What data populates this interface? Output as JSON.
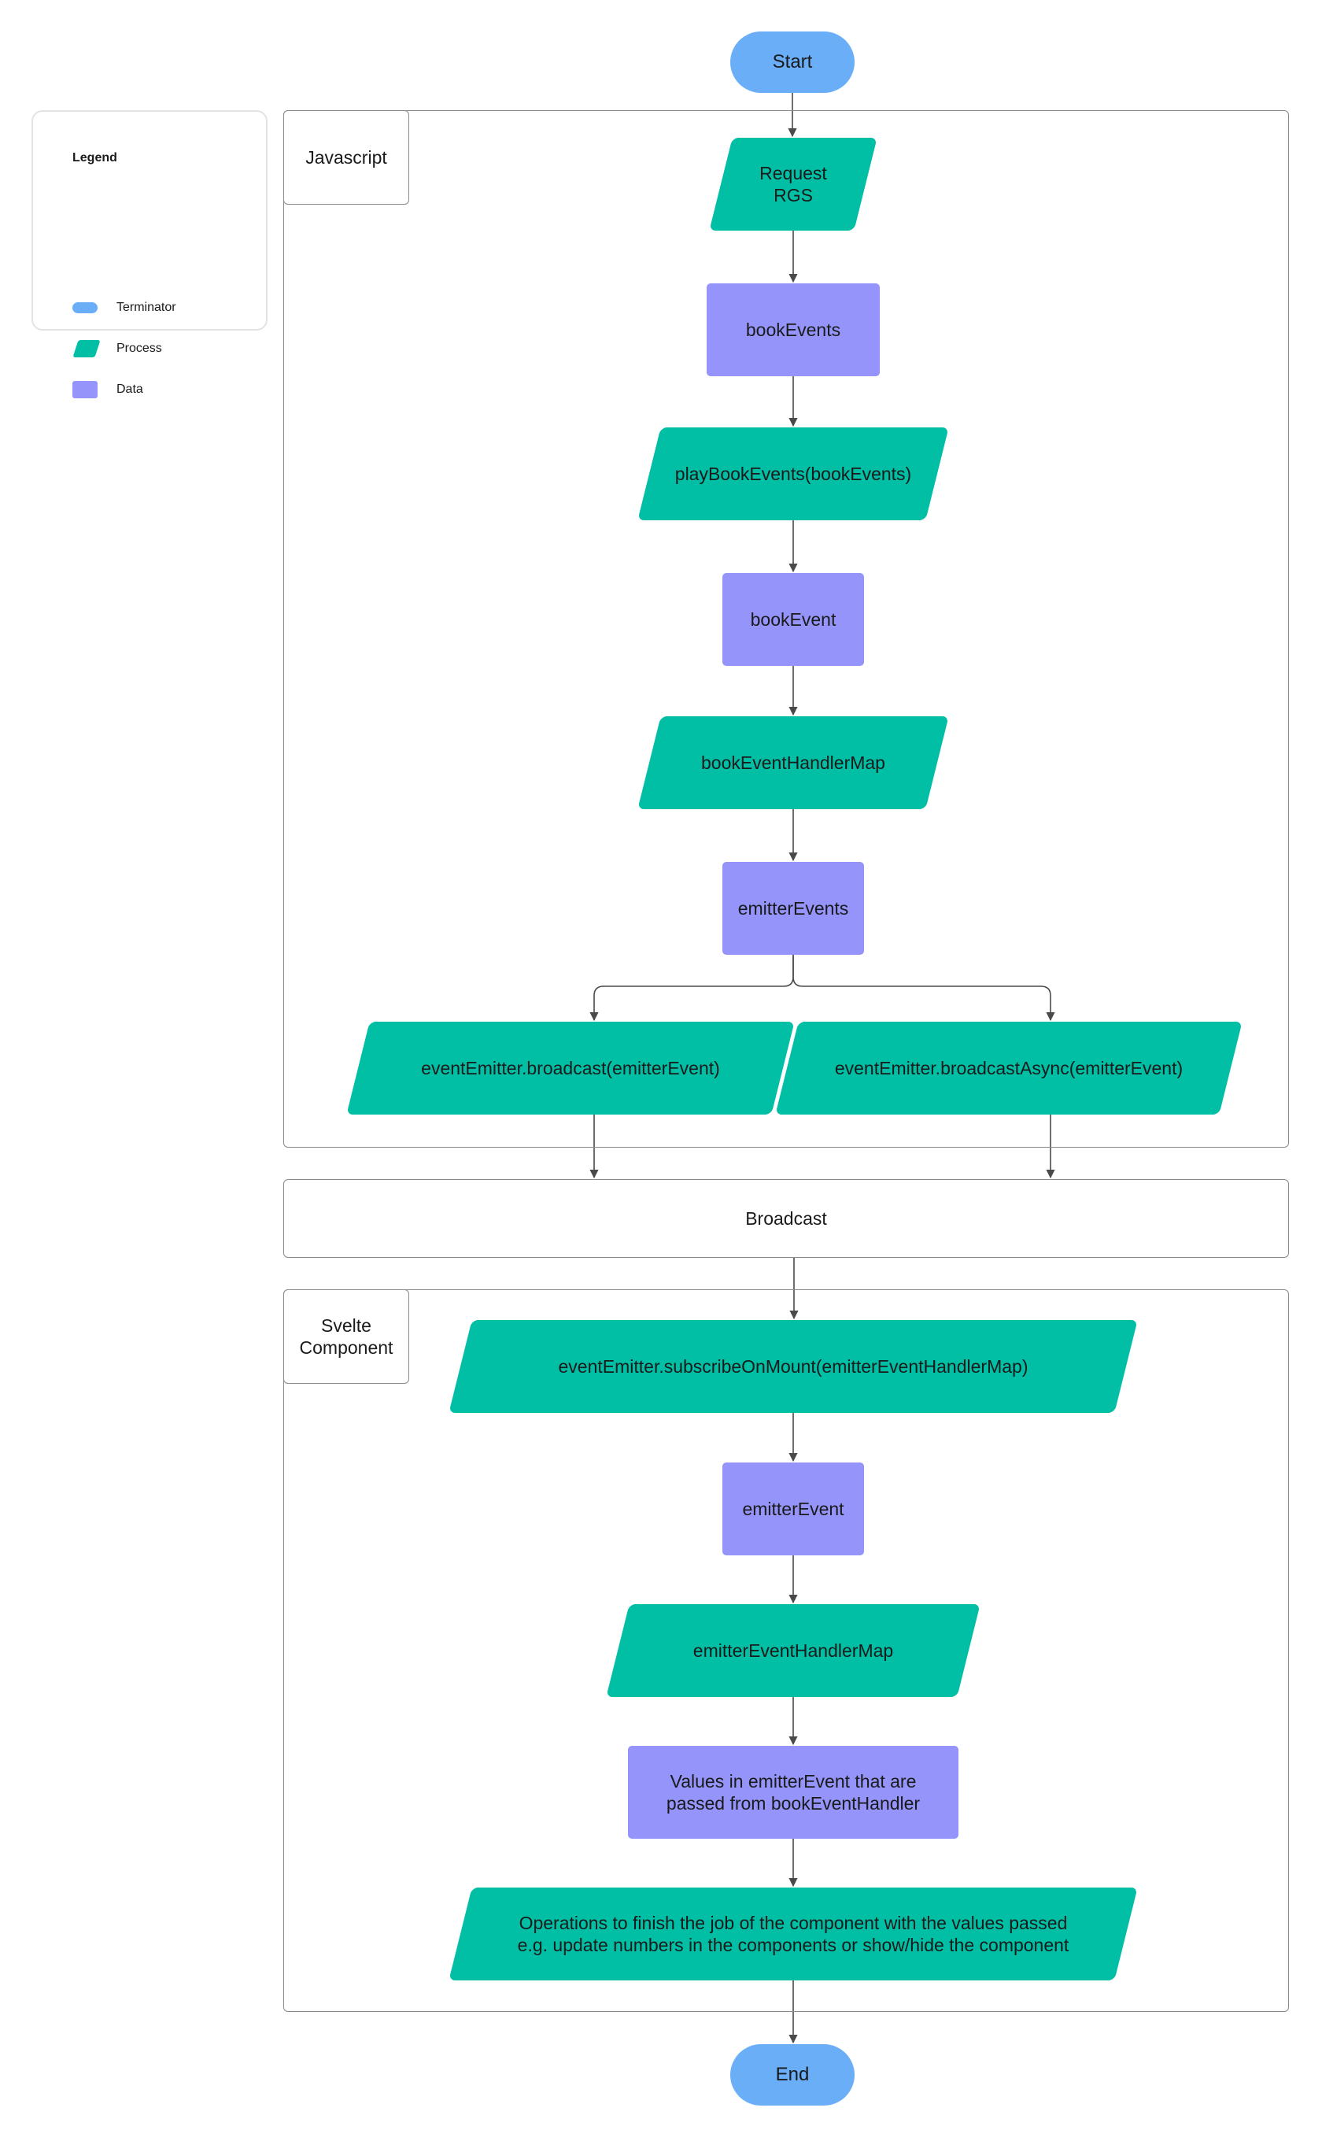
{
  "colors": {
    "terminator": "#6aaef8",
    "process": "#00bfa5",
    "data": "#9494fb",
    "edge": "#4a4a4a",
    "border": "#8a8a8a"
  },
  "legend": {
    "title": "Legend",
    "items": [
      {
        "label": "Terminator",
        "kind": "terminator"
      },
      {
        "label": "Process",
        "kind": "process"
      },
      {
        "label": "Data",
        "kind": "data"
      }
    ]
  },
  "containers": {
    "javascript": {
      "label": "Javascript"
    },
    "broadcast": {
      "label": "Broadcast"
    },
    "svelte": {
      "label": "Svelte\nComponent"
    }
  },
  "nodes": {
    "start": {
      "label": "Start",
      "kind": "terminator"
    },
    "request_rgs": {
      "label": "Request RGS",
      "kind": "process"
    },
    "book_events": {
      "label": "bookEvents",
      "kind": "data"
    },
    "play_book_events": {
      "label": "playBookEvents(bookEvents)",
      "kind": "process"
    },
    "book_event": {
      "label": "bookEvent",
      "kind": "data"
    },
    "book_event_handler_map": {
      "label": "bookEventHandlerMap",
      "kind": "process"
    },
    "emitter_events": {
      "label": "emitterEvents",
      "kind": "data"
    },
    "broadcast_sync": {
      "label": "eventEmitter.broadcast(emitterEvent)",
      "kind": "process"
    },
    "broadcast_async": {
      "label": "eventEmitter.broadcastAsync(emitterEvent)",
      "kind": "process"
    },
    "subscribe_on_mount": {
      "label": "eventEmitter.subscribeOnMount(emitterEventHandlerMap)",
      "kind": "process"
    },
    "emitter_event": {
      "label": "emitterEvent",
      "kind": "data"
    },
    "emitter_event_handler_map": {
      "label": "emitterEventHandlerMap",
      "kind": "process"
    },
    "values_in_emitter_event": {
      "label": "Values in emitterEvent that are passed from bookEventHandler",
      "kind": "data"
    },
    "operations": {
      "label": "Operations to finish the job of the component with the values passed e.g. update numbers in the components or show/hide the component",
      "kind": "process"
    },
    "end": {
      "label": "End",
      "kind": "terminator"
    }
  },
  "edges": [
    {
      "from": "start",
      "to": "request_rgs"
    },
    {
      "from": "request_rgs",
      "to": "book_events"
    },
    {
      "from": "book_events",
      "to": "play_book_events"
    },
    {
      "from": "play_book_events",
      "to": "book_event"
    },
    {
      "from": "book_event",
      "to": "book_event_handler_map"
    },
    {
      "from": "book_event_handler_map",
      "to": "emitter_events"
    },
    {
      "from": "emitter_events",
      "to": "broadcast_sync"
    },
    {
      "from": "emitter_events",
      "to": "broadcast_async"
    },
    {
      "from": "broadcast_sync",
      "to": "broadcast"
    },
    {
      "from": "broadcast_async",
      "to": "broadcast"
    },
    {
      "from": "broadcast",
      "to": "subscribe_on_mount"
    },
    {
      "from": "subscribe_on_mount",
      "to": "emitter_event"
    },
    {
      "from": "emitter_event",
      "to": "emitter_event_handler_map"
    },
    {
      "from": "emitter_event_handler_map",
      "to": "values_in_emitter_event"
    },
    {
      "from": "values_in_emitter_event",
      "to": "operations"
    },
    {
      "from": "operations",
      "to": "end"
    }
  ]
}
